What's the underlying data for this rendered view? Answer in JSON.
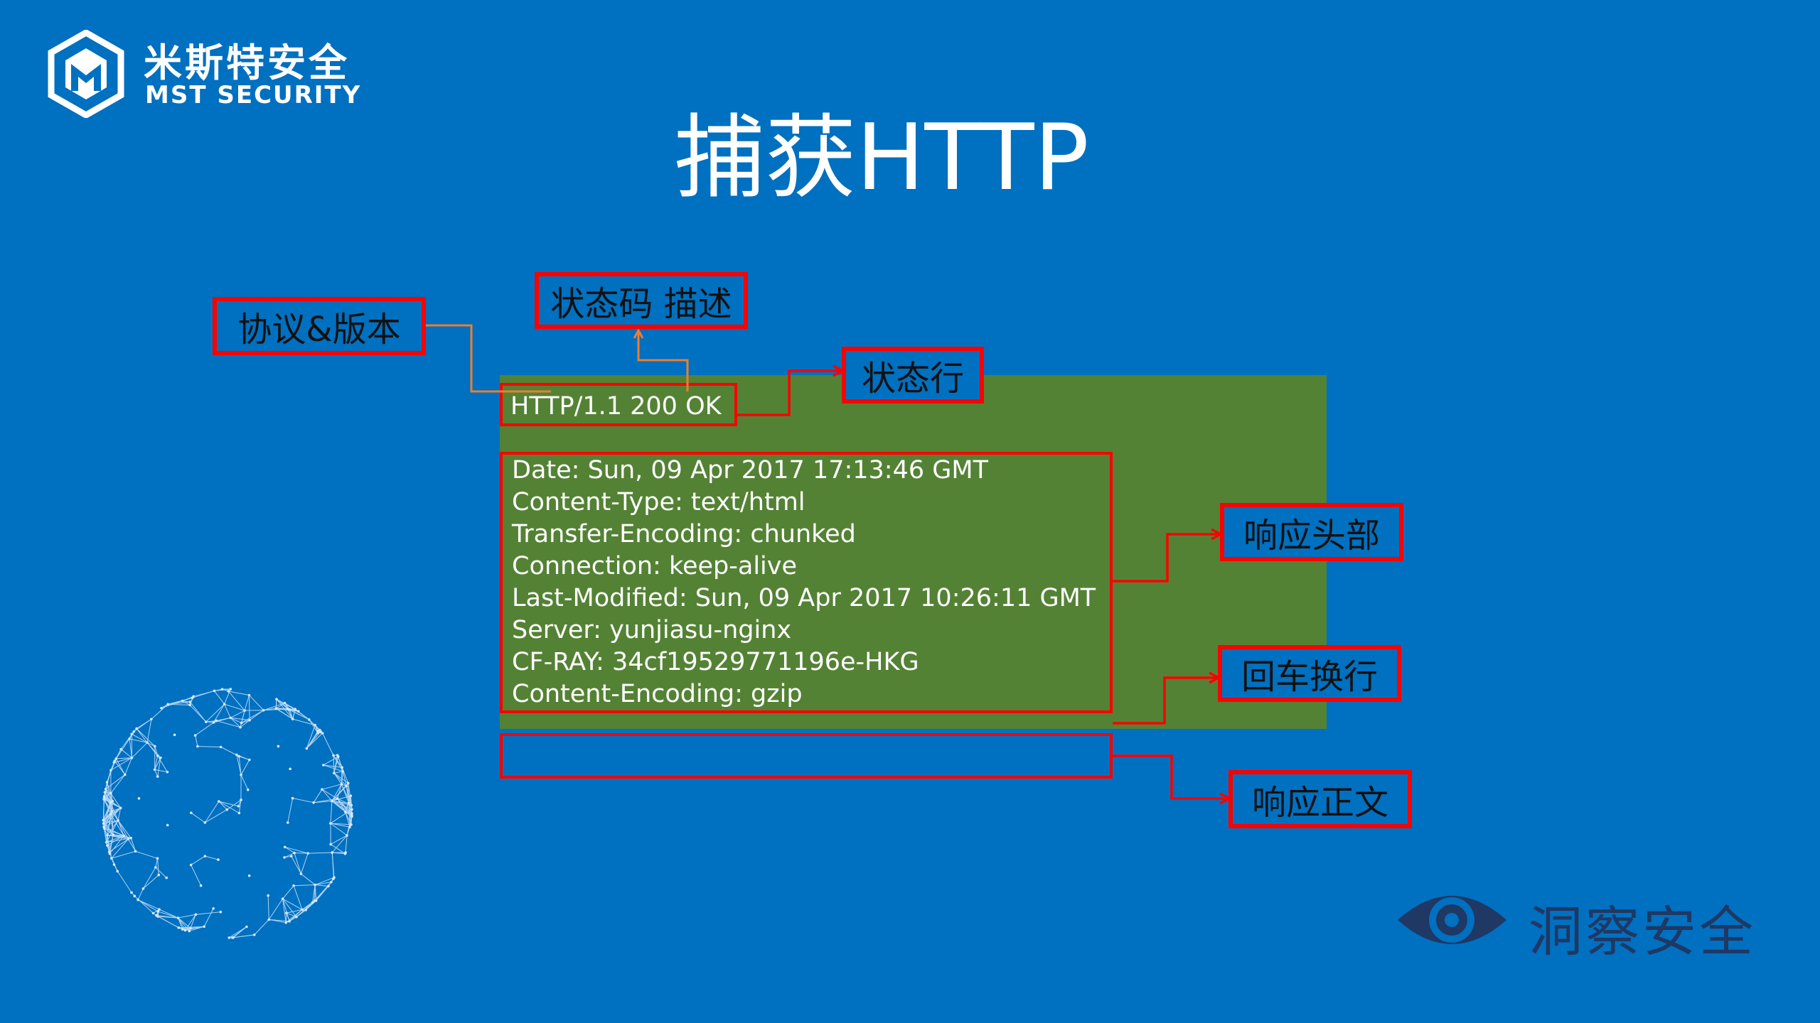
{
  "logo": {
    "name_cn": "米斯特安全",
    "name_en": "MST SECURITY"
  },
  "title": "捕获HTTP",
  "labels": {
    "protocol_version": "协议&版本",
    "status_code_desc": "状态码 描述",
    "status_line": "状态行",
    "response_headers": "响应头部",
    "crlf": "回车换行",
    "response_body": "响应正文"
  },
  "http_response": {
    "status_line": "HTTP/1.1 200 OK",
    "headers": [
      "Date: Sun, 09 Apr 2017 17:13:46 GMT",
      "Content-Type: text/html",
      "Transfer-Encoding: chunked",
      "Connection: keep-alive",
      "Last-Modified: Sun, 09 Apr 2017 10:26:11 GMT",
      "Server: yunjiasu-nginx",
      "CF-RAY: 34cf19529771196e-HKG",
      "Content-Encoding: gzip"
    ]
  },
  "brand": {
    "text": "洞察安全"
  },
  "colors": {
    "background": "#0070c0",
    "panel": "#548235",
    "highlight": "#ff0000",
    "orange_arrow": "#ed7d31",
    "brand_dark": "#1f3864"
  }
}
